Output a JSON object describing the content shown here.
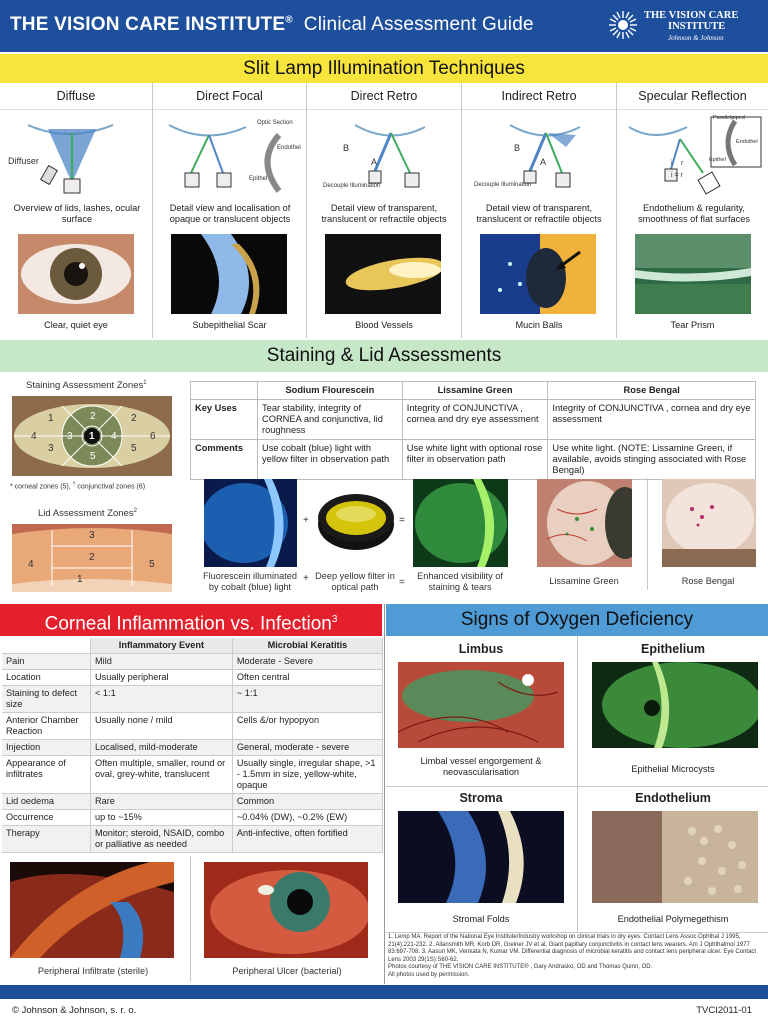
{
  "header": {
    "brand": "THE VISION CARE INSTITUTE",
    "reg": "®",
    "subtitle": "Clinical Assessment Guide",
    "logo_line1": "THE VISION CARE",
    "logo_line2": "INSTITUTE",
    "logo_line3": "Johnson & Johnson",
    "logo_icon": "sunburst-logo"
  },
  "slit_lamp": {
    "title": "Slit Lamp Illumination Techniques",
    "columns": [
      {
        "name": "Diffuse",
        "desc": "Overview of lids, lashes, ocular surface",
        "caption": "Clear, quiet eye",
        "diagram_labels": [
          "Diffuser"
        ]
      },
      {
        "name": "Direct Focal",
        "desc": "Detail view and localisation of opaque or translucent objects",
        "caption": "Subepithelial Scar",
        "diagram_labels": [
          "Optic Section",
          "Endothel",
          "Epithel"
        ]
      },
      {
        "name": "Direct Retro",
        "desc": "Detail view of transparent, translucent or refractile objects",
        "caption": "Blood Vessels",
        "diagram_labels": [
          "B",
          "A",
          "Decouple Illumination"
        ]
      },
      {
        "name": "Indirect Retro",
        "desc": "Detail view of transparent, translucent or refractile objects",
        "caption": "Mucin Balls",
        "diagram_labels": [
          "B",
          "A",
          "Decouple Illumination"
        ]
      },
      {
        "name": "Specular Reflection",
        "desc": "Endothelium & regularity, smoothness of flat surfaces",
        "caption": "Tear Prism",
        "diagram_labels": [
          "Parallelpiped",
          "Endothel",
          "Epithel",
          "i",
          "r",
          "i = r"
        ]
      }
    ]
  },
  "staining": {
    "title": "Staining & Lid Assessments",
    "zones_label": "Staining Assessment Zones",
    "zones_sup": "1",
    "zones_note_a": "* corneal zones (5),",
    "zones_note_sup": "†",
    "zones_note_b": "conjunctival zones (6)",
    "cornea_zone_numbers": [
      "1",
      "2",
      "3",
      "4",
      "5"
    ],
    "conj_zone_numbers": [
      "1",
      "2",
      "3",
      "4",
      "5",
      "6"
    ],
    "lid_label": "Lid Assessment Zones",
    "lid_sup": "2",
    "lid_numbers": [
      "1",
      "2",
      "3",
      "4",
      "5"
    ],
    "table": {
      "headers": [
        "",
        "Sodium Flourescein",
        "Lissamine Green",
        "Rose Bengal"
      ],
      "rows": [
        {
          "label": "Key Uses",
          "cells": [
            "Tear stability, integrity of CORNEA and conjunctiva, lid roughness",
            "Integrity of CONJUNCTIVA     , cornea and dry eye assessment",
            "Integrity of CONJUNCTIVA     , cornea and dry eye assessment"
          ]
        },
        {
          "label": "Comments",
          "cells": [
            "Use cobalt (blue) light with yellow filter in observation path",
            "Use white light with optional rose filter in observation path",
            "Use white light. (NOTE: Lissamine Green, if available, avoids stinging associated with Rose Bengal)"
          ]
        }
      ]
    },
    "plus": "+",
    "equals": "=",
    "captions": {
      "fluorescein": "Fluorescein illuminated by cobalt (blue) light",
      "filter": "Deep yellow filter in optical path",
      "enhanced": "Enhanced visibility of staining & tears",
      "lissamine": "Lissamine Green",
      "rose": "Rose Bengal"
    }
  },
  "corneal": {
    "title": "Corneal Inflammation vs. Infection",
    "sup": "3",
    "headers": [
      "",
      "Inflammatory Event",
      "Microbial Keratitis"
    ],
    "rows": [
      {
        "label": "Pain",
        "a": "Mild",
        "b": "Moderate - Severe"
      },
      {
        "label": "Location",
        "a": "Usually peripheral",
        "b": "Often central"
      },
      {
        "label": "Staining to defect size",
        "a": "< 1:1",
        "b": "~ 1:1"
      },
      {
        "label": "Anterior Chamber Reaction",
        "a": "Usually none / mild",
        "b": "Cells &/or hypopyon"
      },
      {
        "label": "Injection",
        "a": "Localised, mild-moderate",
        "b": "General, moderate - severe"
      },
      {
        "label": "Appearance of infiltrates",
        "a": "Often multiple, smaller, round or oval, grey-white, translucent",
        "b": "Usually single, irregular shape, >1 - 1.5mm in size, yellow-white, opaque"
      },
      {
        "label": "Lid oedema",
        "a": "Rare",
        "b": "Common"
      },
      {
        "label": "Occurrence",
        "a": "up to ~15%",
        "b": "~0.04% (DW),  ~0.2% (EW)"
      },
      {
        "label": "Therapy",
        "a": "Monitor; steroid, NSAID, combo or palliative as needed",
        "b": "Anti-infective, often fortified"
      }
    ],
    "photo_captions": [
      "Peripheral Infiltrate (sterile)",
      "Peripheral Ulcer (bacterial)"
    ]
  },
  "oxygen": {
    "title": "Signs of Oxygen Deficiency",
    "cells": [
      {
        "name": "Limbus",
        "caption": "Limbal vessel engorgement & neovascularisation"
      },
      {
        "name": "Epithelium",
        "caption": "Epithelial Microcysts"
      },
      {
        "name": "Stroma",
        "caption": "Stromal Folds"
      },
      {
        "name": "Endothelium",
        "caption": "Endothelial Polymegethism"
      }
    ]
  },
  "references": "1. Lemp MA. Report of the National Eye Institute/Industry workshop on clinical trials in dry eyes. Contact Lens Assoc Ophthal J 1995, 21(4):221-232.  2.  Allansmith MR, Korb DR, Greiner JV et al.  Giant papillary conjunctivitis in contact lens wearers. Am J Ophthalmol 1977 83:697-708.  3. Aasuri MK, Venkata N, Kumar VM. Differential diagnosis of microbial keratitis and contact lens peripheral ulcer. Eye Contact Lens 2003 29(1S):S60-62.",
  "credits": "Photos courtesy of THE VISION CARE INSTITUTE® , Gary Andrasko, OD and Thomas Quinn, OD.",
  "credits2": "All photos used by permission.",
  "footer": {
    "left": "© Johnson & Johnson, s. r. o.",
    "right": "TVCI2011-01"
  },
  "colors": {
    "brand_blue": "#1e4f9c",
    "yellow_band": "#f7e53b",
    "green_band": "#c6e8c8",
    "red_band": "#e4202d",
    "blue_band": "#4f9bd6"
  }
}
